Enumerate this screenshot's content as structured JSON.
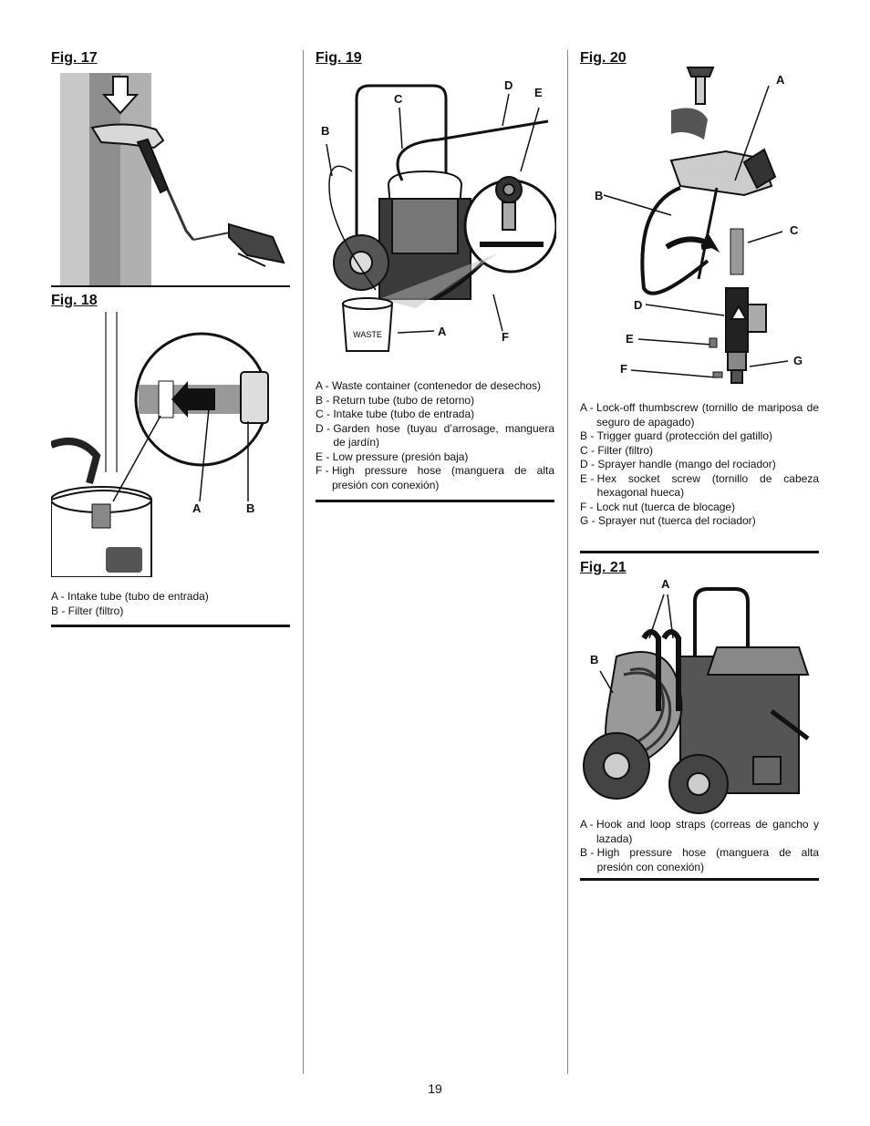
{
  "page_number": "19",
  "fig17": {
    "title": "Fig. 17"
  },
  "fig18": {
    "title": "Fig. 18",
    "callouts": [
      "A",
      "B"
    ],
    "legend": [
      {
        "key": "A - ",
        "text": "Intake tube (tubo de entrada)"
      },
      {
        "key": "B - ",
        "text": "Filter (filtro)"
      }
    ]
  },
  "fig19": {
    "title": "Fig. 19",
    "callouts": [
      "A",
      "B",
      "C",
      "D",
      "E",
      "F"
    ],
    "waste_label": "WASTE",
    "legend": [
      {
        "key": "A - ",
        "text": "Waste container (contenedor de desechos)"
      },
      {
        "key": "B - ",
        "text": "Return tube (tubo de retorno)"
      },
      {
        "key": "C - ",
        "text": "Intake tube (tubo de entrada)"
      },
      {
        "key": "D - ",
        "text": "Garden hose (tuyau d’arrosage, manguera de jardín)"
      },
      {
        "key": "E - ",
        "text": "Low pressure (presión baja)"
      },
      {
        "key": "F - ",
        "text": "High pressure hose (manguera de alta presión con conexión)"
      }
    ]
  },
  "fig20": {
    "title": "Fig. 20",
    "callouts": [
      "A",
      "B",
      "C",
      "D",
      "E",
      "F",
      "G"
    ],
    "legend": [
      {
        "key": "A - ",
        "text": "Lock-off thumbscrew (tornillo de mariposa de seguro de apagado)"
      },
      {
        "key": "B - ",
        "text": "Trigger guard (protección del gatillo)"
      },
      {
        "key": "C - ",
        "text": "Filter (filtro)"
      },
      {
        "key": "D - ",
        "text": "Sprayer handle (mango del rociador)"
      },
      {
        "key": "E - ",
        "text": "Hex socket screw (tornillo de cabeza hexagonal hueca)"
      },
      {
        "key": "F - ",
        "text": "Lock nut (tuerca de blocage)"
      },
      {
        "key": "G - ",
        "text": "Sprayer nut (tuerca del rociador)"
      }
    ]
  },
  "fig21": {
    "title": "Fig. 21",
    "callouts": [
      "A",
      "B"
    ],
    "legend": [
      {
        "key": "A - ",
        "text": "Hook and loop straps (correas de gancho y lazada)"
      },
      {
        "key": "B - ",
        "text": "High pressure hose (manguera de alta presión con conexión)"
      }
    ]
  }
}
